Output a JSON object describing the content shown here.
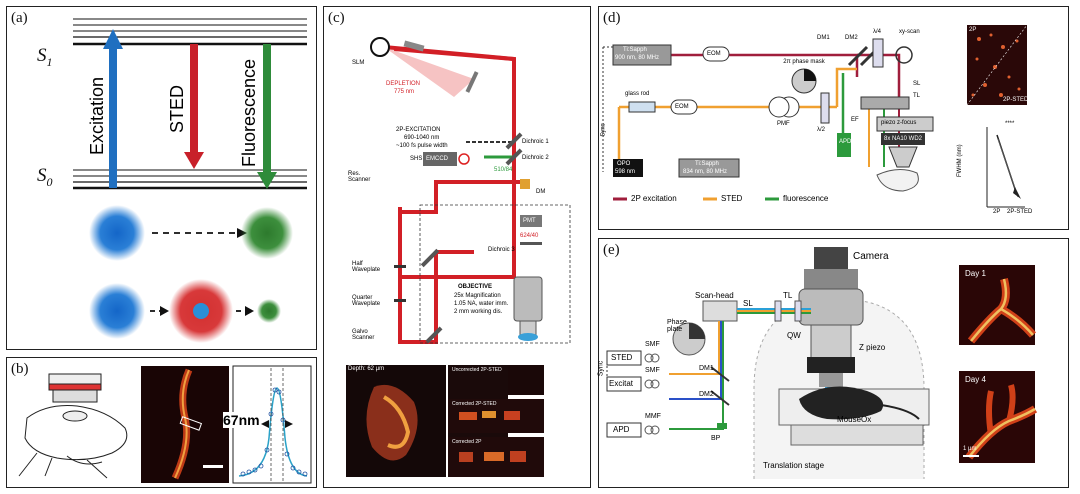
{
  "panel_a": {
    "label": "(a)",
    "s1": "S",
    "s1_sub": "1",
    "s0": "S",
    "s0_sub": "0",
    "excitation": "Excitation",
    "sted": "STED",
    "fluorescence": "Fluorescence"
  },
  "panel_b": {
    "label": "(b)",
    "fwhm": "67nm"
  },
  "panel_c": {
    "label": "(c)",
    "slm": "SLM",
    "depletion": "DEPLETION",
    "depletion_wl": "775 nm",
    "excitation_2p": "2P-EXCITATION",
    "excitation_range": "690-1040 nm",
    "pulse": "~100 fs pulse width",
    "dichroic1": "Dichroic 1",
    "dichroic2": "Dichroic 2",
    "shs": "SHS",
    "emccd": "EMCCD",
    "filter_530": "510/84",
    "dm": "DM",
    "res_scanner": "Res. Scanner",
    "pmt": "PMT",
    "filter_624": "624/40",
    "dichroic3": "Dichroic 3",
    "half_wp": "Half Waveplate",
    "quarter_wp": "Quarter Waveplate",
    "objective": "OBJECTIVE",
    "obj_mag": "25x Magnification",
    "obj_na": "1.05 NA, water imm.",
    "obj_wd": "2 mm working dis.",
    "galvo": "Galvo Scanner",
    "depth": "Depth: 62 µm",
    "uncorrected": "Uncorrected 2P-STED",
    "corrected": "Corrected 2P-STED",
    "corrected2p": "Corrected 2P"
  },
  "panel_d": {
    "label": "(d)",
    "laser1_line1": "Ti:Sapph",
    "laser1_line2": "900 nm, 80 MHz",
    "eom": "EOM",
    "eom2": "EOM",
    "dm1": "DM1",
    "dm2": "DM2",
    "lambda4": "λ/4",
    "xyscan": "xy-scan",
    "sl": "SL",
    "tl": "TL",
    "glass_rod": "glass rod",
    "phase_mask": "2π phase mask",
    "pmf": "PMF",
    "lambda2": "λ/2",
    "ef": "EF",
    "apd": "APD",
    "piezo": "piezo z-focus",
    "objective": "8x NA10 WD2",
    "sync": "Sync",
    "opo_line1": "OPO",
    "opo_line2": "598 nm",
    "laser2_line1": "Ti:Sapph",
    "laser2_line2": "834 nm, 80 MHz",
    "legend_2p": "2P excitation",
    "legend_sted": "STED",
    "legend_fluor": "fluorescence",
    "img_label_2p": "2P",
    "img_label_2psted": "2P-STED",
    "fwhm_axis": "FWHM (nm)",
    "x_2p": "2P",
    "x_2psted": "2P-STED",
    "signif": "****"
  },
  "panel_e": {
    "label": "(e)",
    "camera": "Camera",
    "scan_head": "Scan-head",
    "sl": "SL",
    "tl": "TL",
    "phase_plate": "Phase plate",
    "qw": "QW",
    "z_piezo": "Z piezo",
    "sync": "Sync",
    "sted": "STED",
    "excitat": "Excitat",
    "apd": "APD",
    "smf1": "SMF",
    "smf2": "SMF",
    "mmf": "MMF",
    "dm1": "DM1",
    "dm2": "DM2",
    "bp": "BP",
    "mouse": "MouseOx",
    "translation": "Translation stage",
    "day1": "Day 1",
    "day4": "Day 4",
    "scale": "1 µm"
  },
  "colors": {
    "excitation_blue": "#1f6fc0",
    "sted_red": "#c8202a",
    "fluorescence_green": "#2e8b3a",
    "sted_orange": "#f0a030"
  }
}
